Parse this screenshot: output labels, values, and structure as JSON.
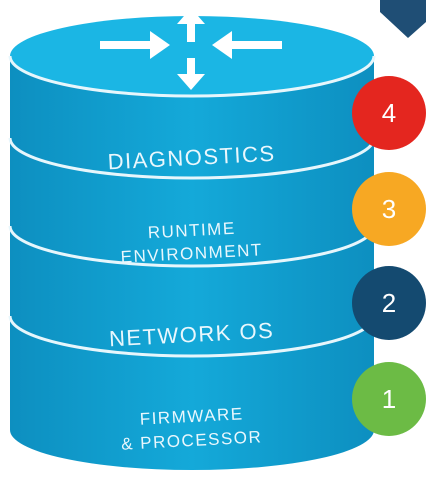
{
  "layers": [
    {
      "label_lines": [
        "DIAGNOSTICS"
      ]
    },
    {
      "label_lines": [
        "RUNTIME",
        "ENVIRONMENT"
      ]
    },
    {
      "label_lines": [
        "NETWORK OS"
      ]
    },
    {
      "label_lines": [
        "FIRMWARE",
        "& PROCESSOR"
      ]
    }
  ],
  "badges": [
    {
      "number": "4",
      "color": "#e4261f"
    },
    {
      "number": "3",
      "color": "#f7a823"
    },
    {
      "number": "2",
      "color": "#144a70"
    },
    {
      "number": "1",
      "color": "#6cbb45"
    }
  ],
  "icons": {
    "top": "router-arrows-icon",
    "corner": "chevron-corner-icon"
  },
  "colors": {
    "cylinder": "#12a6d6",
    "cylinder_top": "#1bb6e4",
    "separator": "#e6f6fc",
    "corner_shape": "#1f4e75"
  }
}
